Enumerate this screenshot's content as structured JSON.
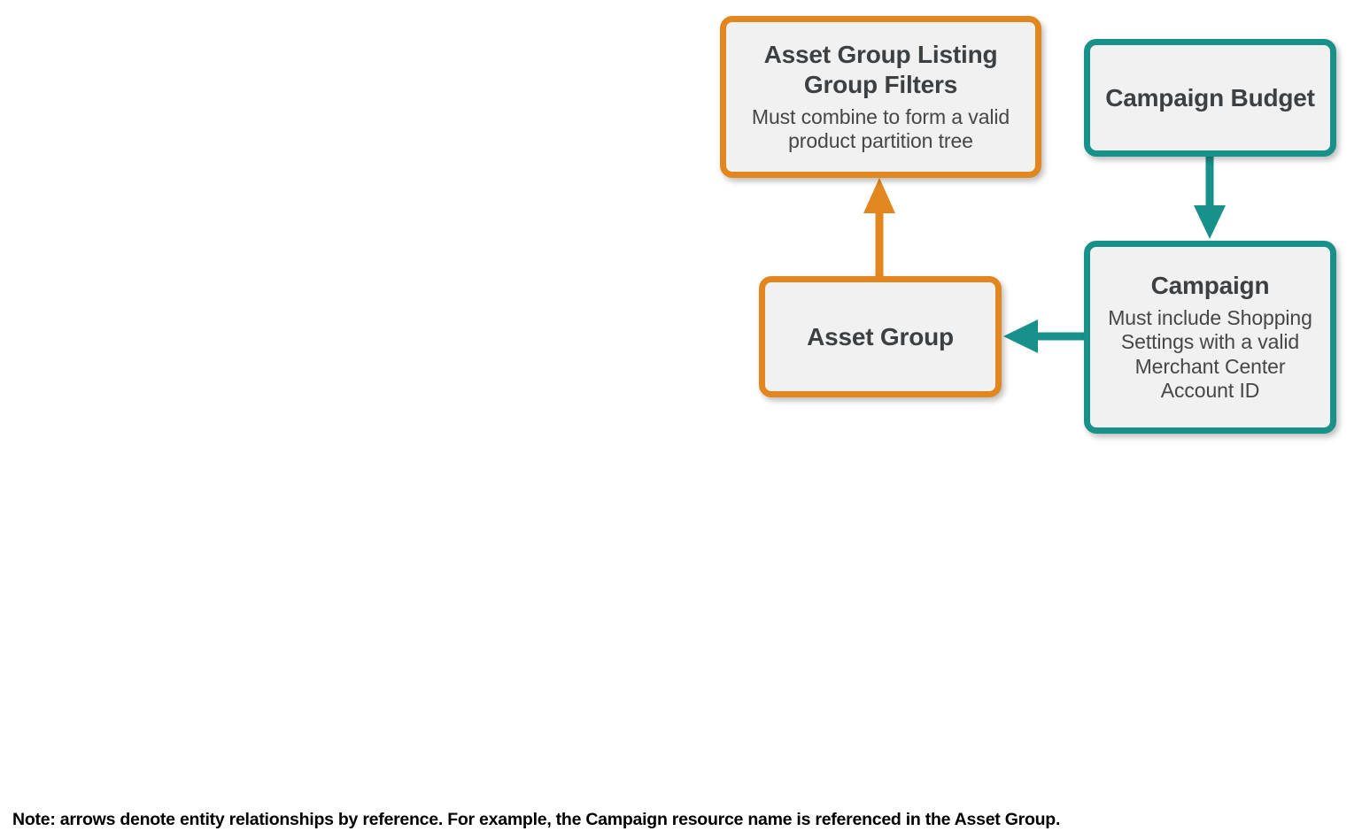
{
  "diagram": {
    "type": "entity-relationship",
    "background_color": "#ffffff",
    "colors": {
      "orange": "#e2871f",
      "teal": "#18918a",
      "node_fill": "#f1f1f1",
      "title_text": "#3c4043",
      "subtitle_text": "#444746",
      "note_text": "#000000"
    },
    "nodes": [
      {
        "id": "asset-group-listing-group-filters",
        "title": "Asset Group Listing Group Filters",
        "subtitle": "Must combine to form a valid product partition tree",
        "color": "orange"
      },
      {
        "id": "asset-group",
        "title": "Asset Group",
        "subtitle": "",
        "color": "orange"
      },
      {
        "id": "campaign-budget",
        "title": "Campaign Budget",
        "subtitle": "",
        "color": "teal"
      },
      {
        "id": "campaign",
        "title": "Campaign",
        "subtitle": "Must include Shopping Settings with a valid Merchant Center Account ID",
        "color": "teal"
      }
    ],
    "edges": [
      {
        "id": "asset-group-to-listing-group-filters",
        "from": "asset-group",
        "to": "asset-group-listing-group-filters",
        "direction": "up",
        "color": "orange"
      },
      {
        "id": "campaign-budget-to-campaign",
        "from": "campaign-budget",
        "to": "campaign",
        "direction": "down",
        "color": "teal"
      },
      {
        "id": "campaign-to-asset-group",
        "from": "campaign",
        "to": "asset-group",
        "direction": "left",
        "color": "teal"
      }
    ],
    "note": "Note: arrows denote entity relationships by reference. For example, the Campaign resource name is referenced in the Asset Group."
  }
}
